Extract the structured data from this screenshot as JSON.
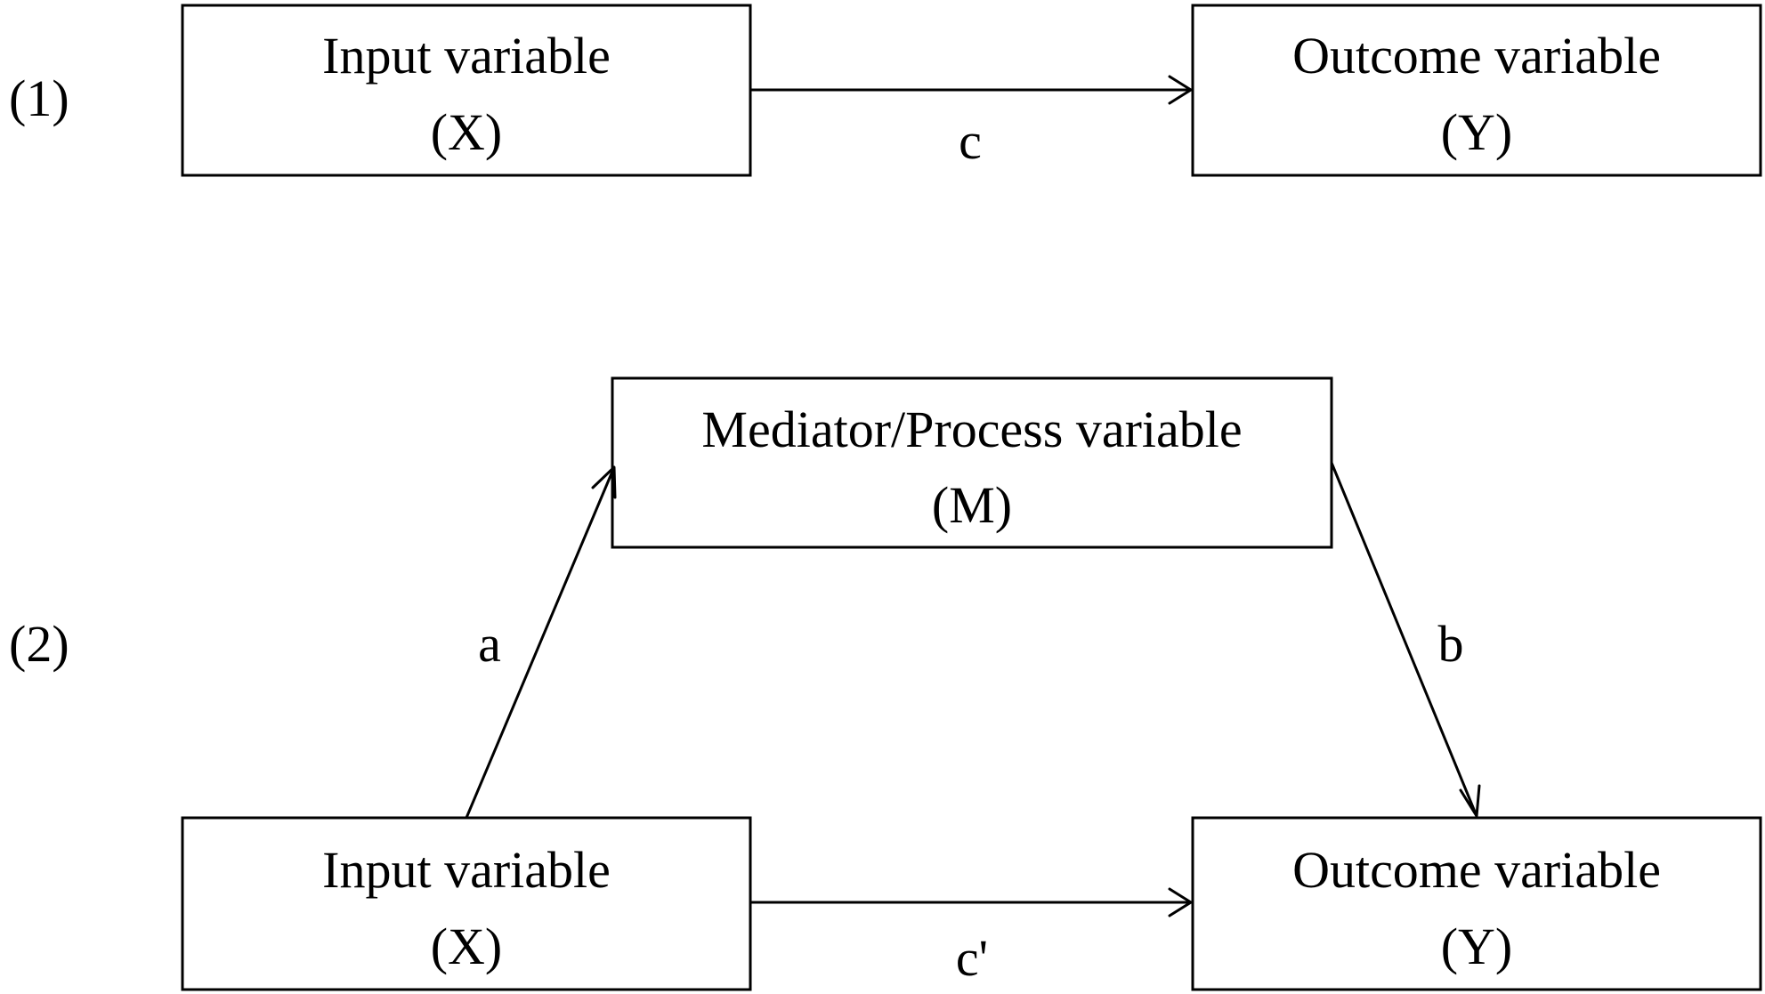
{
  "panels": {
    "first": "(1)",
    "second": "(2)"
  },
  "diagram1": {
    "input": {
      "name": "Input variable",
      "symbol": "(X)"
    },
    "outcome": {
      "name": "Outcome variable",
      "symbol": "(Y)"
    },
    "path_c": "c"
  },
  "diagram2": {
    "mediator": {
      "name": "Mediator/Process variable",
      "symbol": "(M)"
    },
    "input": {
      "name": "Input variable",
      "symbol": "(X)"
    },
    "outcome": {
      "name": "Outcome variable",
      "symbol": "(Y)"
    },
    "path_a": "a",
    "path_b": "b",
    "path_c_prime": "c'"
  }
}
